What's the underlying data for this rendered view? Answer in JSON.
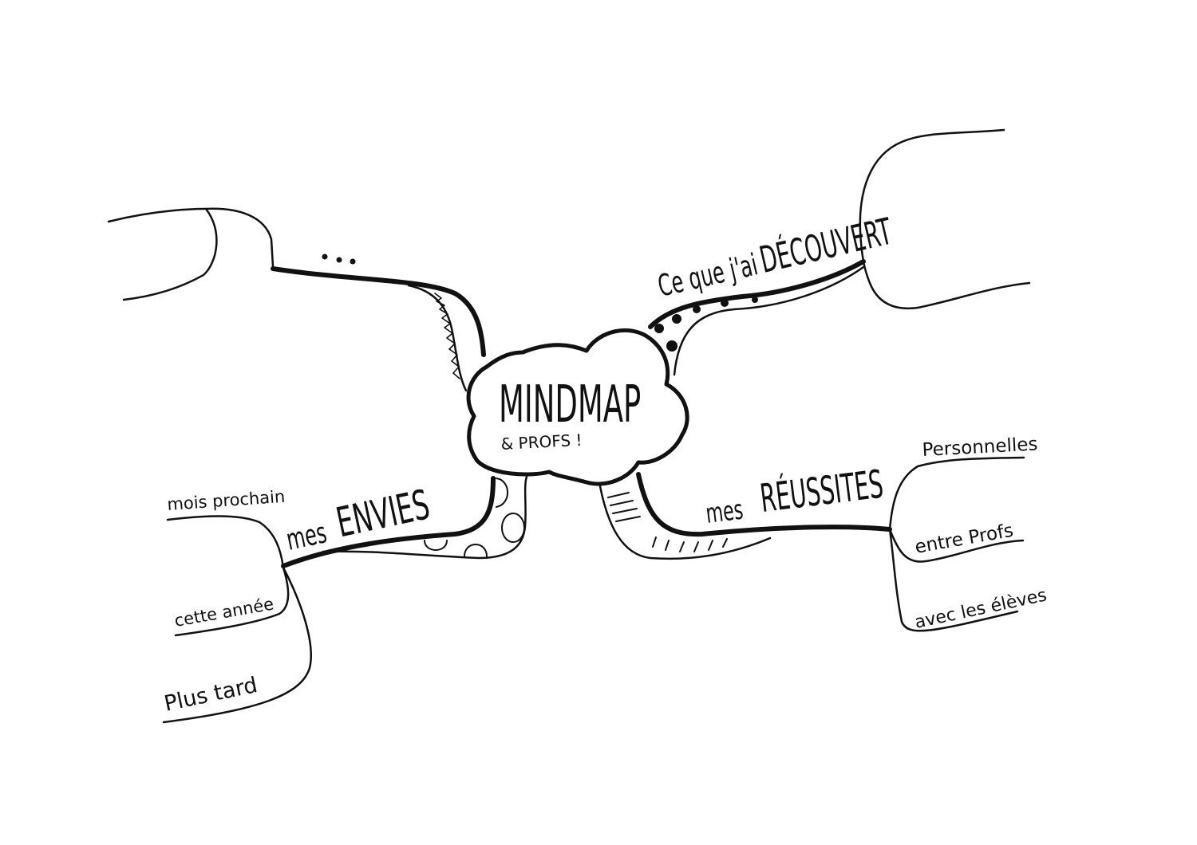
{
  "center": {
    "title": "MINDMAP",
    "subtitle": "& PROFS !"
  },
  "branches": {
    "top_left": {
      "label": "..."
    },
    "top_right": {
      "label_small": "Ce que j'ai",
      "label_big": "DÉCOUVERT"
    },
    "bottom_left": {
      "label_small": "mes",
      "label_big": "ENVIES",
      "sub": [
        "mois prochain",
        "cette année",
        "Plus tard"
      ]
    },
    "bottom_right": {
      "label_small": "mes",
      "label_big": "RÉUSSITES",
      "sub": [
        "Personnelles",
        "entre Profs",
        "avec les élèves"
      ]
    }
  },
  "colors": {
    "ink": "#111111",
    "background": "#ffffff"
  }
}
